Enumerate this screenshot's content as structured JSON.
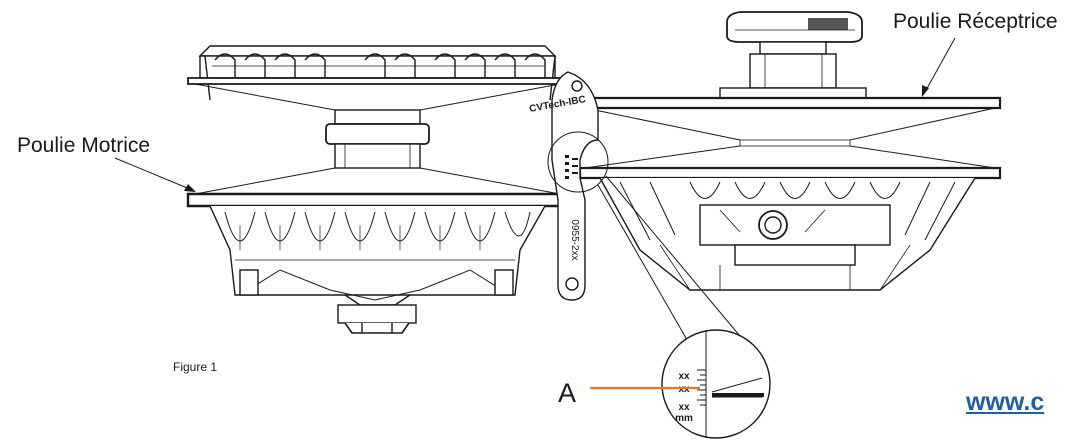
{
  "labels": {
    "drive_pulley": "Poulie Motrice",
    "driven_pulley": "Poulie Réceptrice",
    "figure": "Figure 1",
    "callout": "A",
    "url": "www.c"
  },
  "tool": {
    "brand": "CVTech-IBC",
    "part_code": "0955-2xx"
  },
  "gauge": {
    "tick_labels": [
      "xx",
      "xx",
      "xx"
    ],
    "unit": "mm"
  },
  "colors": {
    "line": "#1a1a1a",
    "callout_line": "#e87722",
    "url": "#1f5fa8"
  }
}
